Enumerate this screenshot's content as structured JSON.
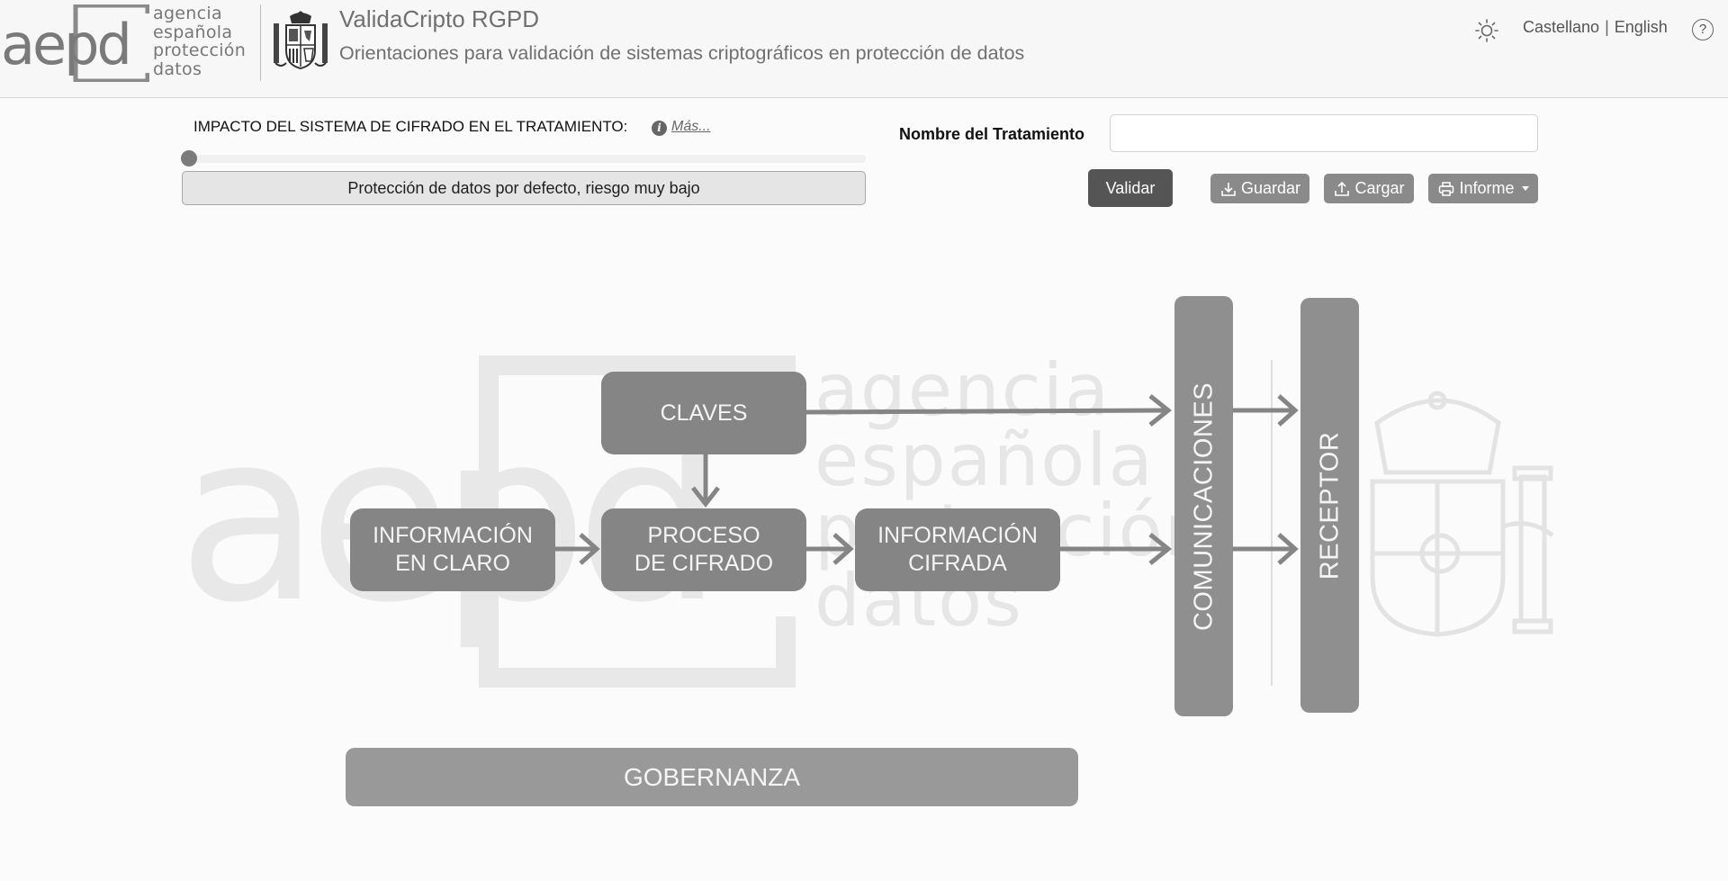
{
  "header": {
    "logo_words": [
      "agencia",
      "española",
      "protección",
      "datos"
    ],
    "title": "ValidaCripto RGPD",
    "subtitle": "Orientaciones para validación de sistemas criptográficos en protección de datos",
    "lang_primary": "Castellano",
    "lang_separator": "|",
    "lang_secondary": "English",
    "help_glyph": "?"
  },
  "toolbar": {
    "impact_label": "IMPACTO DEL SISTEMA DE CIFRADO EN EL TRATAMIENTO:",
    "info_glyph": "i",
    "more_link": "Más...",
    "impact_level_value": 0,
    "impact_level_text": "Protección de datos por defecto, riesgo muy bajo",
    "name_label": "Nombre del Tratamiento",
    "name_value": "",
    "validar_label": "Validar",
    "guardar_label": "Guardar",
    "cargar_label": "Cargar",
    "informe_label": "Informe"
  },
  "diagram": {
    "claves": "CLAVES",
    "claro_line1": "INFORMACIÓN",
    "claro_line2": "EN CLARO",
    "proceso_line1": "PROCESO",
    "proceso_line2": "DE CIFRADO",
    "cifrada_line1": "INFORMACIÓN",
    "cifrada_line2": "CIFRADA",
    "comunicaciones": "COMUNICACIONES",
    "receptor": "RECEPTOR",
    "gobernanza": "GOBERNANZA",
    "watermark_words": [
      "agencia",
      "española",
      "protección",
      "datos"
    ],
    "watermark_mark": "aepd"
  },
  "icons": {
    "theme": "sun-icon",
    "help": "question-circle-icon",
    "info": "info-circle-icon",
    "save": "download-icon",
    "load": "upload-icon",
    "print": "printer-icon"
  }
}
